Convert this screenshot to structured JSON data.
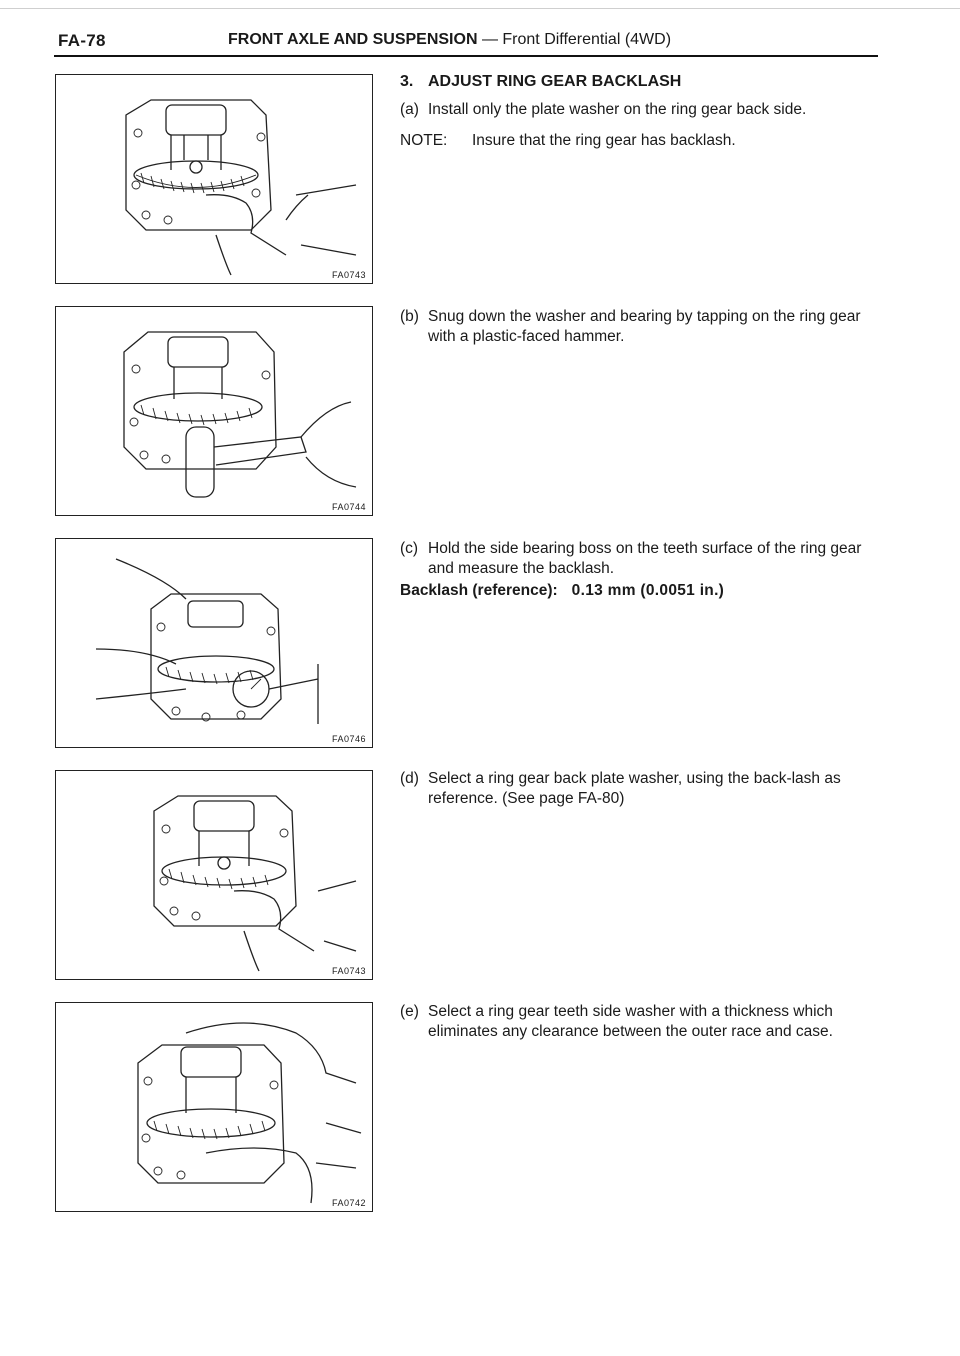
{
  "header": {
    "page_code": "FA-78",
    "section": "FRONT AXLE AND SUSPENSION",
    "subsection": "— Front Differential (4WD)"
  },
  "main": {
    "step_number": "3.",
    "step_title": "ADJUST RING GEAR BACKLASH",
    "steps": [
      {
        "label": "(a)",
        "text": "Install only the plate washer on the ring gear back side."
      },
      {
        "label": "(b)",
        "text": "Snug down the washer and bearing by tapping on the ring gear with a plastic-faced hammer."
      },
      {
        "label": "(c)",
        "text": "Hold the side bearing boss on the teeth surface of the ring gear and measure the backlash."
      },
      {
        "label": "(d)",
        "text": "Select a ring gear back plate washer, using the back-lash as reference. (See page FA-80)"
      },
      {
        "label": "(e)",
        "text": "Select a ring gear teeth side washer with a thickness which eliminates any clearance between the outer race and case."
      }
    ],
    "note": {
      "label": "NOTE:",
      "text": "Insure that the ring gear has backlash."
    },
    "spec": {
      "label": "Backlash (reference):",
      "value": "0.13 mm (0.0051 in.)"
    }
  },
  "figures": [
    {
      "code": "FA0743"
    },
    {
      "code": "FA0744"
    },
    {
      "code": "FA0746"
    },
    {
      "code": "FA0743"
    },
    {
      "code": "FA0742"
    }
  ]
}
